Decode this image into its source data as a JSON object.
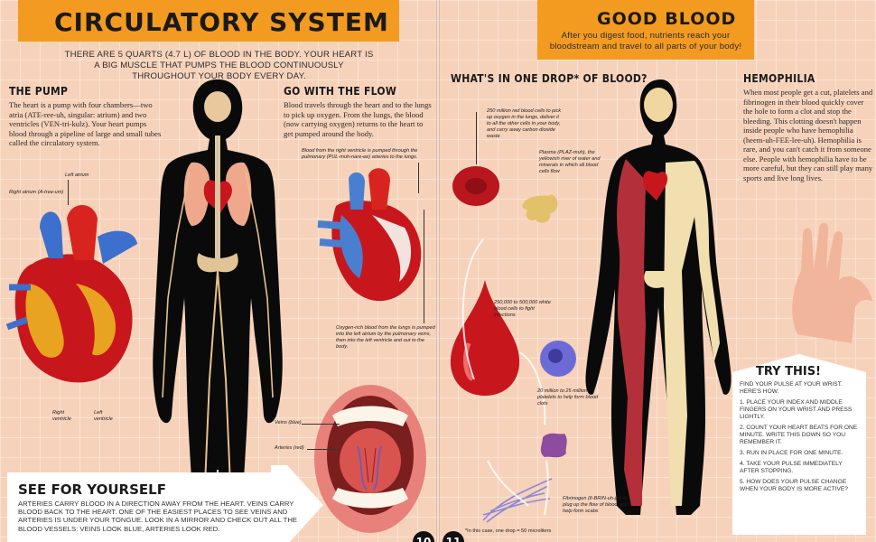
{
  "left_page": {
    "title": "CIRCULATORY SYSTEM",
    "intro": "THERE ARE 5 QUARTS (4.7 L) OF BLOOD IN THE BODY. YOUR HEART IS A BIG MUSCLE THAT PUMPS THE BLOOD CONTINUOUSLY THROUGHOUT YOUR BODY EVERY DAY.",
    "pump": {
      "heading": "THE PUMP",
      "text": "The heart is a pump with four chambers—two atria (ATE-ree-uh, singular: atrium) and two ventricles (VEN-tri-kulz). Your heart pumps blood through a pipeline of large and small tubes called the circulatory system."
    },
    "flow": {
      "heading": "GO WITH THE FLOW",
      "text": "Blood travels through the heart and to the lungs to pick up oxygen. From the lungs, the blood (now carrying oxygen) returns to the heart to get pumped around the body."
    },
    "heart_labels": {
      "left_atrium": "Left atrium",
      "right_atrium": "Right atrium (A-tree-um)",
      "right_ventricle": "Right ventricle",
      "left_ventricle": "Left ventricle"
    },
    "flow_labels": {
      "top": "Blood from the right ventricle is pumped through the pulmonary (PUL-muh-nare-ee) arteries to the lungs.",
      "bottom": "Oxygen-rich blood from the lungs is pumped into the left atrium by the pulmonary veins, then into the left ventricle and out to the body."
    },
    "mouth_labels": {
      "veins": "Veins (blue)",
      "arteries": "Arteries (red)"
    },
    "see_box": {
      "title": "SEE FOR YOURSELF",
      "text": "ARTERIES CARRY BLOOD IN A DIRECTION AWAY FROM THE HEART. VEINS CARRY BLOOD BACK TO THE HEART. ONE OF THE EASIEST PLACES TO SEE VEINS AND ARTERIES IS UNDER YOUR TONGUE. LOOK IN A MIRROR AND CHECK OUT ALL THE BLOOD VESSELS: VEINS LOOK BLUE, ARTERIES LOOK RED."
    },
    "page_number": "10"
  },
  "right_page": {
    "title": "GOOD BLOOD",
    "intro": "After you digest food, nutrients reach your bloodstream and travel to all parts of your body!",
    "drop_heading": "WHAT'S IN ONE DROP* OF BLOOD?",
    "drop_labels": {
      "red_cells": "250 million red blood cells to pick up oxygen in the lungs, deliver it to all the other cells in your body, and carry away carbon dioxide waste",
      "plasma": "Plasma (PLAZ-muh), the yellowish river of water and minerals in which all blood cells flow",
      "white_cells": "250,000 to 500,000 white blood cells to fight infections",
      "platelets": "20 million to 25 million platelets to help form blood clots",
      "fibrinogen": "Fibrinogen (fi-BRIN-uh-jin) to plug up the flow of blood and help form scabs"
    },
    "footnote": "*In this case, one drop = 50 microliters",
    "hemophilia": {
      "heading": "HEMOPHILIA",
      "text": "When most people get a cut, platelets and fibrinogen in their blood quickly cover the hole to form a clot and stop the bleeding. This clotting doesn't happen inside people who have hemophilia (heem-uh-FEE-lee-uh). Hemophilia is rare, and you can't catch it from someone else. People with hemophilia have to be more careful, but they can still play many sports and live long lives."
    },
    "try_box": {
      "title": "TRY THIS!",
      "lines": [
        "FIND YOUR PULSE AT YOUR WRIST. HERE'S HOW.",
        "1. PLACE YOUR INDEX AND MIDDLE FINGERS ON YOUR WRIST AND PRESS LIGHTLY.",
        "2. COUNT YOUR HEART BEATS FOR ONE MINUTE. WRITE THIS DOWN SO YOU REMEMBER IT.",
        "3. RUN IN PLACE FOR ONE MINUTE.",
        "4. TAKE YOUR PULSE IMMEDIATELY AFTER STOPPING.",
        "5. HOW DOES YOUR PULSE CHANGE WHEN YOUR BODY IS MORE ACTIVE?"
      ]
    },
    "page_number": "11"
  },
  "colors": {
    "banner": "#f39b21",
    "page_bg": "#f7d2ba",
    "blood_red": "#c8161d",
    "vein_blue": "#4a7fd0"
  }
}
